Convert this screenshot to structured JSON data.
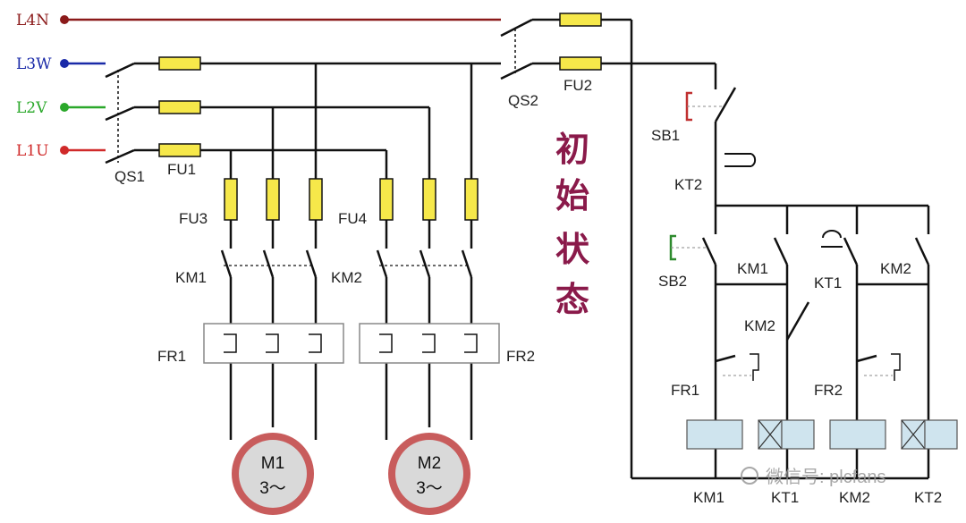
{
  "supply": {
    "l4": "L4N",
    "l3": "L3W",
    "l2": "L2V",
    "l1": "L1U",
    "colors": {
      "l4": "#8b1a1a",
      "l3": "#1a2aa8",
      "l2": "#2aa82a",
      "l1": "#d02a2a"
    }
  },
  "labels": {
    "qs1": "QS1",
    "qs2": "QS2",
    "fu1": "FU1",
    "fu2": "FU2",
    "fu3": "FU3",
    "fu4": "FU4",
    "km1_main": "KM1",
    "km2_main": "KM2",
    "fr1_main": "FR1",
    "fr2_main": "FR2",
    "sb1": "SB1",
    "sb2": "SB2",
    "kt2_top": "KT2",
    "km1_aux": "KM1",
    "km2_aux": "KM2",
    "kt1_aux": "KT1",
    "km2_interlock": "KM2",
    "fr1_ctrl": "FR1",
    "fr2_ctrl": "FR2",
    "coil_km1": "KM1",
    "coil_kt1": "KT1",
    "coil_km2": "KM2",
    "coil_kt2": "KT2"
  },
  "motors": {
    "m1_name": "M1",
    "m1_phase": "3～",
    "m2_name": "M2",
    "m2_phase": "3～"
  },
  "title": {
    "c1": "初",
    "c2": "始",
    "c3": "状",
    "c4": "态"
  },
  "watermark": "微信号: plcfans",
  "colors": {
    "wire": "#111111",
    "fuse": "#f6e84a",
    "coil": "#cfe4ee",
    "motor": "#c85c5c",
    "title": "#8a1a4a",
    "sb1": "#c03030",
    "sb2": "#2e8b2e"
  }
}
